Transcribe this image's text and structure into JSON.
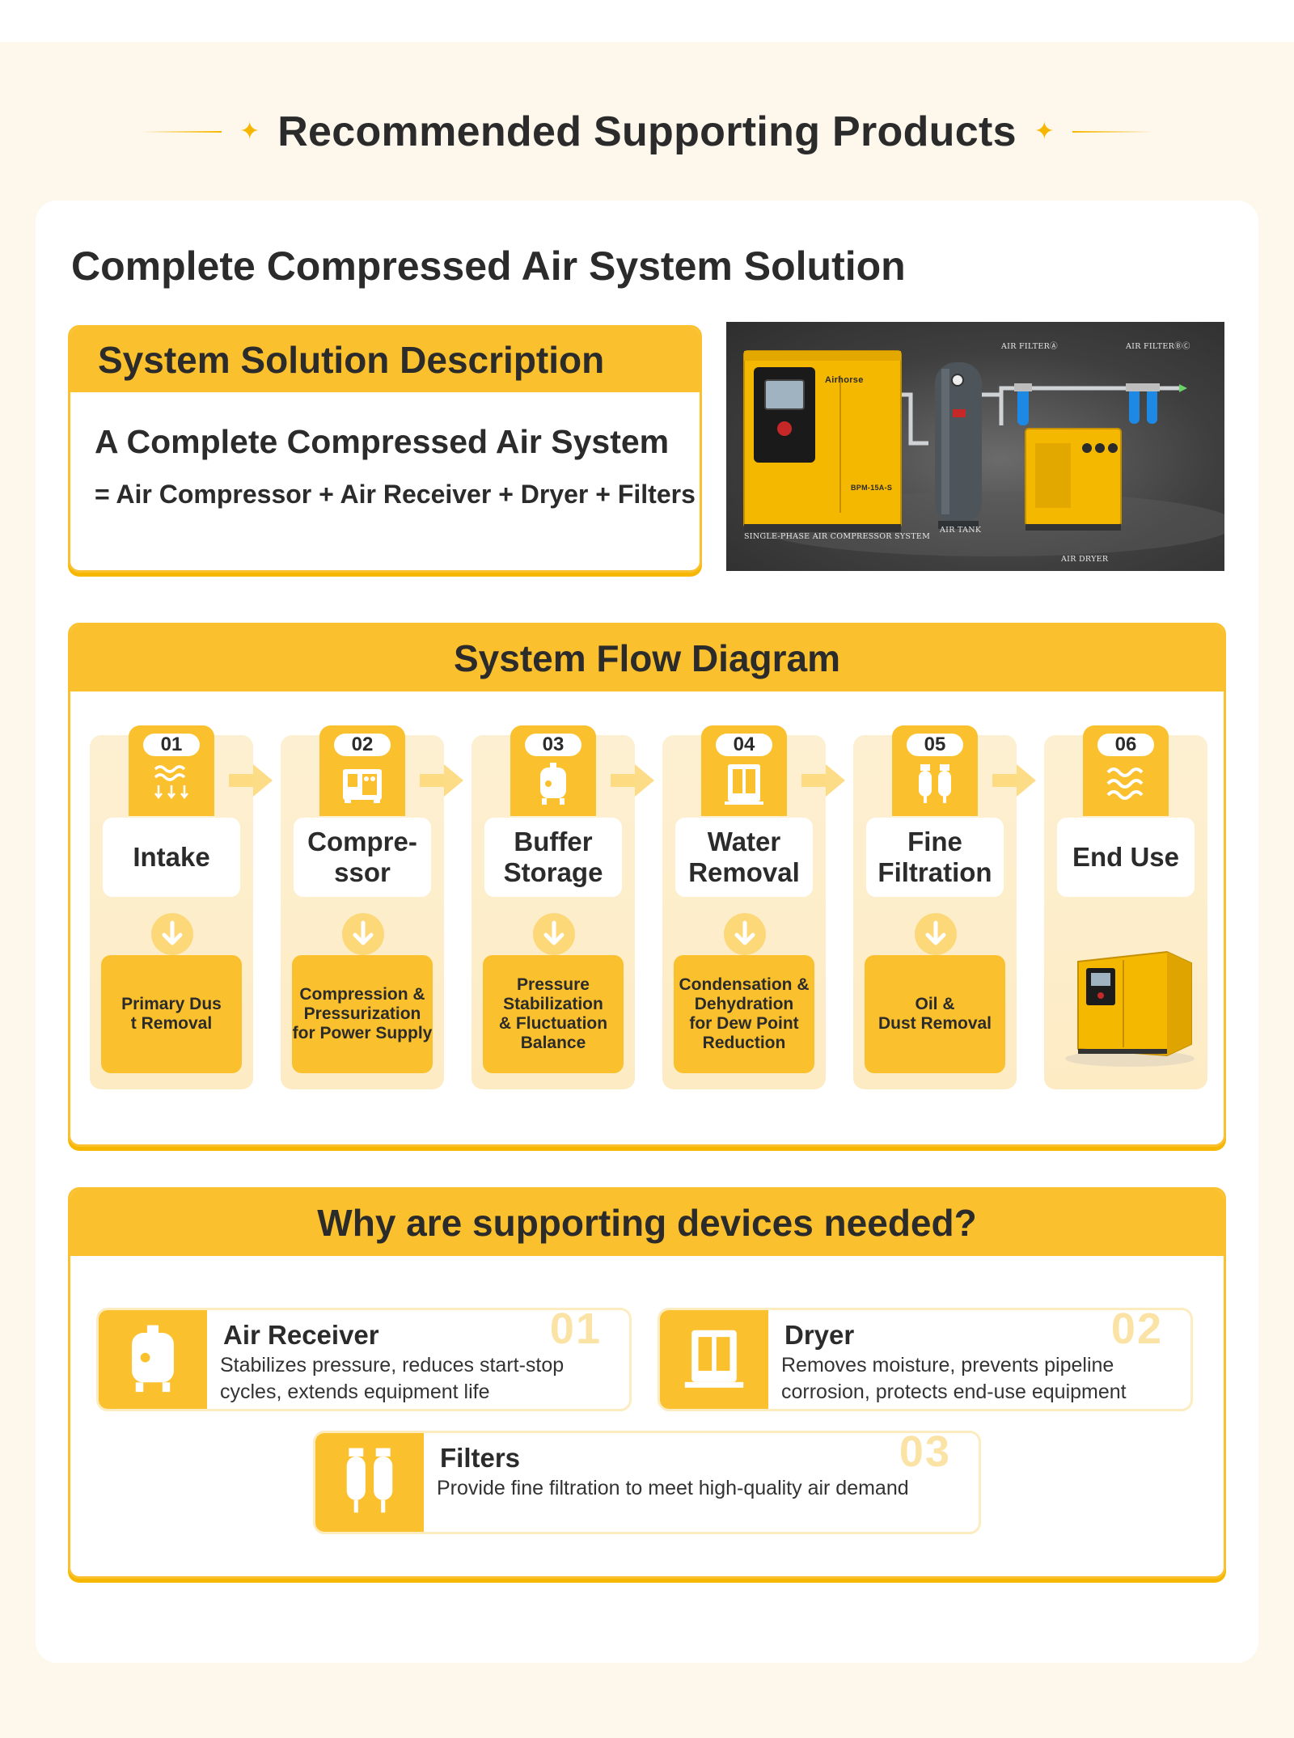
{
  "header": {
    "title": "Recommended Supporting Products"
  },
  "main": {
    "title": "Complete Compressed Air System Solution"
  },
  "solution": {
    "heading": "System Solution Description",
    "line1": "A Complete Compressed Air System",
    "line2": "= Air Compressor + Air Receiver + Dryer + Filters"
  },
  "system_image": {
    "labels": {
      "filter_a": "AIR FILTERⒶ",
      "filter_bc": "AIR FILTERⒷⒸ",
      "compressor": "SINGLE-PHASE AIR COMPRESSOR SYSTEM",
      "tank": "AIR TANK",
      "dryer": "AIR DRYER",
      "brand": "Airhorse",
      "model": "BPM-15A-S"
    }
  },
  "flow": {
    "heading": "System Flow Diagram",
    "steps": [
      {
        "num": "01",
        "label": "Intake",
        "desc": "Primary Dus\nt Removal",
        "icon": "air-intake-icon"
      },
      {
        "num": "02",
        "label": "Compre-\nssor",
        "desc": "Compression &\nPressurization\nfor Power Supply",
        "icon": "compressor-icon"
      },
      {
        "num": "03",
        "label": "Buffer\nStorage",
        "desc": "Pressure\nStabilization\n& Fluctuation\nBalance",
        "icon": "air-tank-icon"
      },
      {
        "num": "04",
        "label": "Water\nRemoval",
        "desc": "Condensation &\nDehydration\nfor Dew Point\nReduction",
        "icon": "dryer-icon"
      },
      {
        "num": "05",
        "label": "Fine\nFiltration",
        "desc": "Oil &\nDust Removal",
        "icon": "filters-icon"
      },
      {
        "num": "06",
        "label": "End Use",
        "desc": "",
        "icon": "air-flow-icon"
      }
    ]
  },
  "why": {
    "heading": "Why are supporting devices needed?",
    "items": [
      {
        "num": "01",
        "name": "Air Receiver",
        "text": "Stabilizes pressure, reduces start-stop\n cycles, extends equipment life",
        "icon": "air-tank-icon"
      },
      {
        "num": "02",
        "name": "Dryer",
        "text": "Removes moisture, prevents pipeline\ncorrosion, protects end-use equipment",
        "icon": "dryer-icon"
      },
      {
        "num": "03",
        "name": "Filters",
        "text": "Provide fine filtration to meet high-quality air demand",
        "icon": "filters-icon"
      }
    ]
  },
  "colors": {
    "accent": "#fbc02d",
    "accent_light": "#fdf0d2",
    "page_bg": "#fdf7ec",
    "text": "#2b2b2b"
  }
}
